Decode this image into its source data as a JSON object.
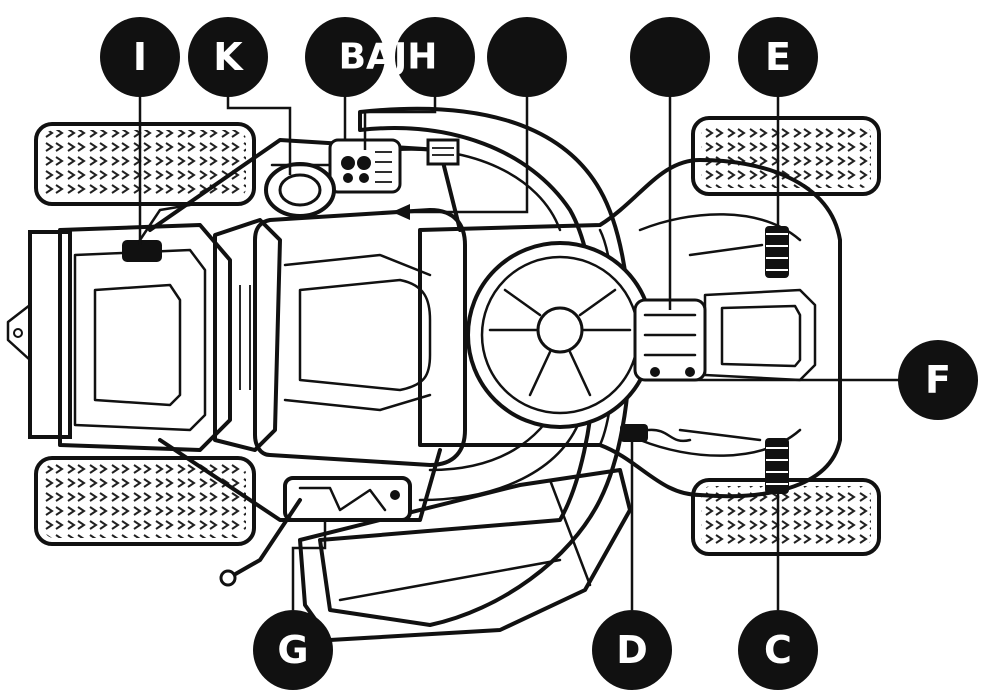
{
  "diagram": {
    "callouts": [
      {
        "id": "I",
        "label": "I"
      },
      {
        "id": "K",
        "label": "K"
      },
      {
        "id": "BAJH",
        "label": "BAJH"
      },
      {
        "id": "blank1",
        "label": ""
      },
      {
        "id": "blank2",
        "label": ""
      },
      {
        "id": "E",
        "label": "E"
      },
      {
        "id": "F",
        "label": "F"
      },
      {
        "id": "G",
        "label": "G"
      },
      {
        "id": "D",
        "label": "D"
      },
      {
        "id": "C",
        "label": "C"
      }
    ]
  }
}
